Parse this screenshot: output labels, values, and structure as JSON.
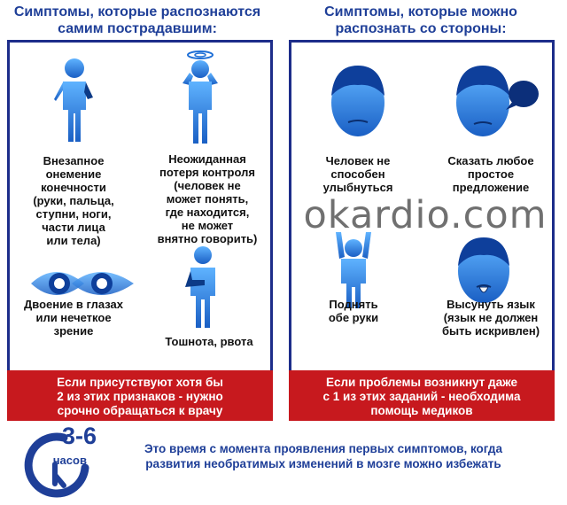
{
  "left_column": {
    "title": [
      "Симптомы, которые распознаются",
      "самим пострадавшим:"
    ],
    "items": [
      {
        "icon": "person-arm-numb-icon",
        "label": [
          "Внезапное",
          "онемение",
          "конечности",
          "(руки, пальца,",
          "ступни, ноги,",
          "части лица",
          "или тела)"
        ]
      },
      {
        "icon": "person-dizzy-icon",
        "label": [
          "Неожиданная",
          "потеря контроля",
          "(человек не",
          "может понять,",
          "где находится,",
          "не может",
          "внятно говорить)"
        ]
      },
      {
        "icon": "double-vision-eyes-icon",
        "label": [
          "Двоение в глазах",
          "или нечеткое",
          "зрение"
        ]
      },
      {
        "icon": "person-nausea-icon",
        "label": [
          "Тошнота, рвота"
        ]
      }
    ],
    "banner": [
      "Если присутствуют хотя бы",
      "2 из этих признаков - нужно",
      "срочно обращаться к врачу"
    ]
  },
  "right_column": {
    "title": [
      "Симптомы, которые можно",
      "распознать со стороны:"
    ],
    "items": [
      {
        "icon": "face-no-smile-icon",
        "label": [
          "Человек не",
          "способен",
          "улыбнуться"
        ]
      },
      {
        "icon": "face-speech-bubble-icon",
        "label": [
          "Сказать любое",
          "простое",
          "предложение"
        ]
      },
      {
        "icon": "person-raise-hands-icon",
        "label": [
          "Поднять",
          "обе руки"
        ]
      },
      {
        "icon": "face-tongue-out-icon",
        "label": [
          "Высунуть язык",
          "(язык не должен",
          "быть искривлен)"
        ]
      }
    ],
    "banner": [
      "Если проблемы возникнут даже",
      "с 1 из этих заданий - необходима",
      "помощь медиков"
    ]
  },
  "watermark": "okardio.com",
  "footer": {
    "clock_icon": "clock-icon",
    "clock_number": "3-6",
    "clock_unit": "часов",
    "text": [
      "Это время с момента проявления первых симптомов, когда",
      "развития необратимых изменений в мозге можно избежать"
    ]
  },
  "colors": {
    "title_blue": "#1f3f98",
    "border_navy": "#1d2d8a",
    "icon_blue": "#1e6fd6",
    "banner_red": "#c7191e"
  }
}
